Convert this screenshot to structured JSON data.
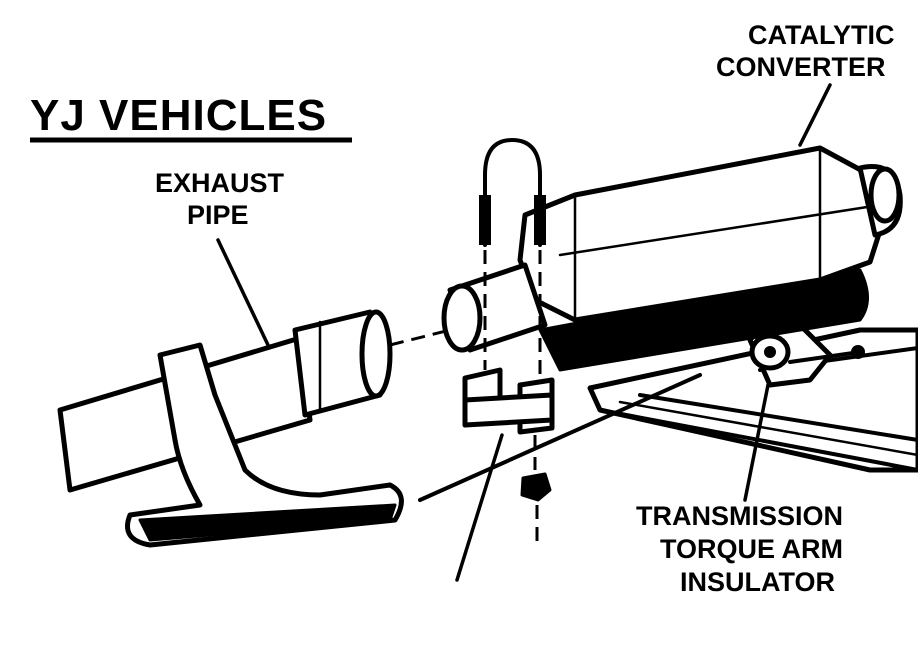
{
  "title": "YJ VEHICLES",
  "labels": {
    "catalytic_converter": [
      "CATALYTIC",
      "CONVERTER"
    ],
    "exhaust_pipe": [
      "EXHAUST",
      "PIPE"
    ],
    "transmission_torque_arm_insulator": [
      "TRANSMISSION",
      "TORQUE ARM",
      "INSULATOR"
    ]
  },
  "colors": {
    "ink": "#000000",
    "paper": "#ffffff"
  }
}
